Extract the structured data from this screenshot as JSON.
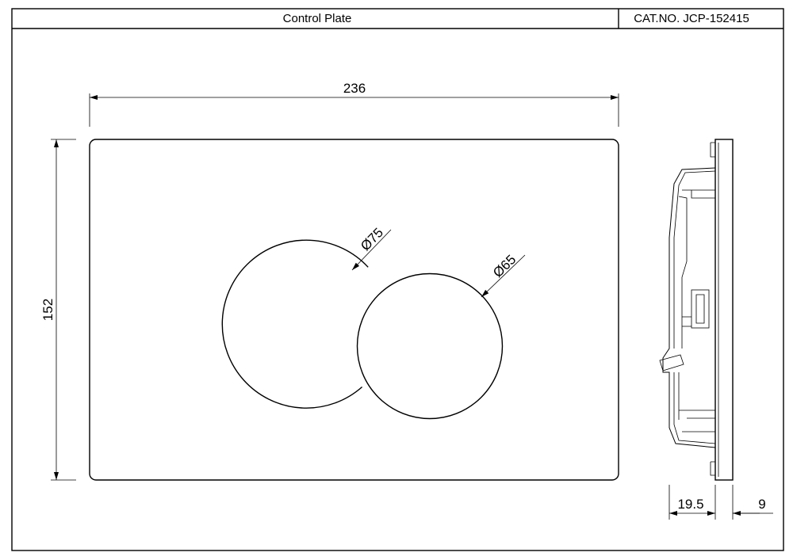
{
  "title_block": {
    "title": "Control Plate",
    "catalog_number": "CAT.NO. JCP-152415"
  },
  "dimensions": {
    "width": "236",
    "height": "152",
    "large_button_diameter": "Ø75",
    "small_button_diameter": "Ø65",
    "side_depth": "19.5",
    "plate_thickness": "9"
  }
}
